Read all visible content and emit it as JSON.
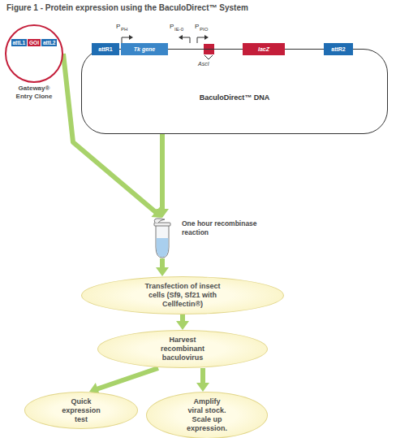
{
  "diagram": {
    "title": "Figure 1 - Protein expression using the BaculoDirect™ System",
    "nodes": [
      {
        "text": [
          "attL1",
          "GOI",
          "attL2",
          "Gateway® Entry Clone"
        ]
      },
      {
        "text": [
          "BaculoDirect™ DNA"
        ]
      },
      {
        "text": [
          "attR1"
        ],
        "in": 1
      },
      {
        "text": [
          "Tk gene"
        ],
        "in": 1
      },
      {
        "text": [
          "lacZ"
        ],
        "in": 1
      },
      {
        "text": [
          "attR2"
        ],
        "in": 1
      },
      {
        "text": [
          "One hour recombinase reaction"
        ]
      },
      {
        "text": [
          "Transfection of insect cells (Sf9, Sf21 with Cellfectin®)"
        ]
      },
      {
        "text": [
          "Harvest recombinant baculovirus"
        ]
      },
      {
        "text": [
          "Quick expression test"
        ]
      },
      {
        "text": [
          "Amplify viral stock. Scale up expression."
        ]
      }
    ],
    "edges": [
      {
        "from": 0,
        "to": 6,
        "arrow": "to"
      },
      {
        "from": 1,
        "to": 6,
        "arrow": "to"
      },
      {
        "from": 6,
        "to": 7,
        "arrow": "to"
      },
      {
        "from": 7,
        "to": 8,
        "arrow": "to"
      },
      {
        "from": 8,
        "to": 9,
        "arrow": "to"
      },
      {
        "from": 8,
        "to": 10,
        "arrow": "to"
      }
    ],
    "labels": [
      "P",
      "PH",
      "P",
      "IE-0",
      "P",
      "PIO",
      "AscI"
    ]
  }
}
